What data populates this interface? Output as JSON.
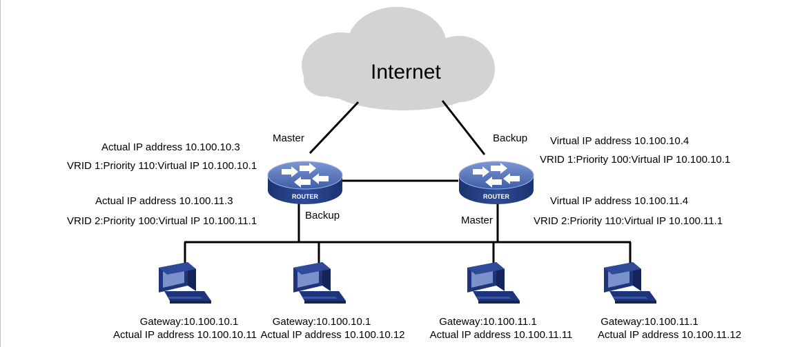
{
  "cloud": {
    "label": "Internet"
  },
  "router_left": {
    "device_label": "ROUTER",
    "role_top": "Master",
    "role_bottom": "Backup",
    "actual_ip_1": "Actual IP address 10.100.10.3",
    "vrid_1": "VRID 1:Priority 110:Virtual IP  10.100.10.1",
    "actual_ip_2": "Actual IP address 10.100.11.3",
    "vrid_2": "VRID 2:Priority 100:Virtual IP  10.100.11.1"
  },
  "router_right": {
    "device_label": "ROUTER",
    "role_top": "Backup",
    "role_bottom": "Master",
    "virtual_ip_1": "Virtual IP address 10.100.10.4",
    "vrid_1": "VRID 1:Priority 100:Virtual IP  10.100.10.1",
    "virtual_ip_2": "Virtual IP address 10.100.11.4",
    "vrid_2": "VRID 2:Priority 110:Virtual IP  10.100.11.1"
  },
  "hosts": [
    {
      "gateway": "Gateway:10.100.10.1",
      "actual_ip": "Actual IP address 10.100.10.11"
    },
    {
      "gateway": "Gateway:10.100.10.1",
      "actual_ip": "Actual IP address 10.100.10.12"
    },
    {
      "gateway": "Gateway:10.100.11.1",
      "actual_ip": "Actual IP address 10.100.11.11"
    },
    {
      "gateway": "Gateway:10.100.11.1",
      "actual_ip": "Actual IP address 10.100.11.12"
    }
  ],
  "colors": {
    "cloud_fill": "#d3d3d3",
    "router_top": "#5f7fc1",
    "router_side": "#233f86",
    "monitor_dark": "#1f357a",
    "monitor_screen": "#6f86c4",
    "line": "#000000"
  }
}
